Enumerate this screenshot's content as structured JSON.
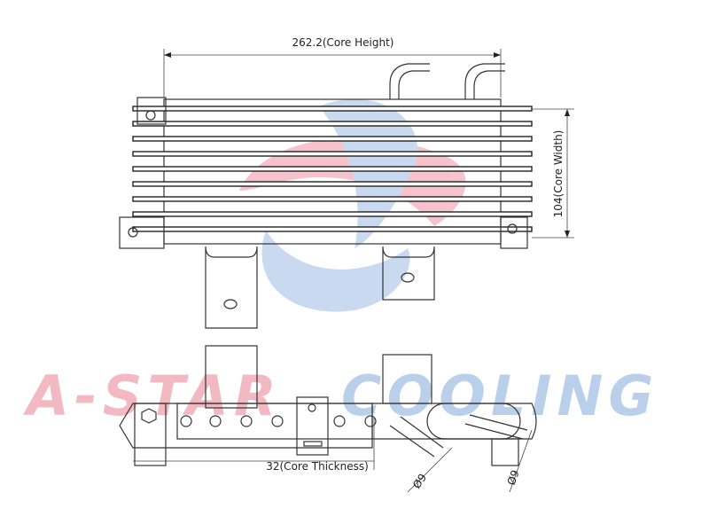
{
  "dimensions": {
    "core_height": "262.2(Core Height)",
    "core_width": "104(Core Width)",
    "core_thickness": "32(Core Thickness)",
    "pipe_diameter_1": "Ø9",
    "pipe_diameter_2": "Ø9"
  },
  "watermark": {
    "part1": "A-STAR",
    "part2": "COOLING",
    "colors": {
      "pink": "#f0a8b4",
      "blue": "#a9c4e6"
    }
  }
}
